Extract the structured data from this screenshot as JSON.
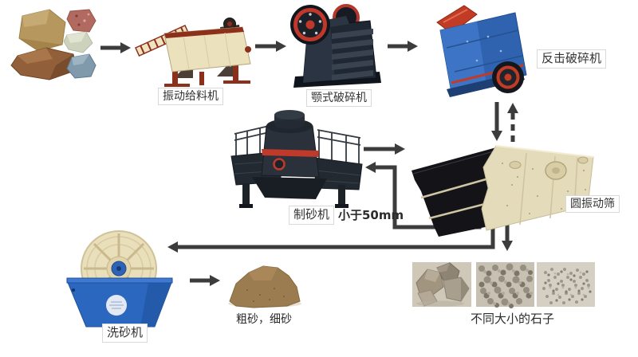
{
  "labels": {
    "feeder": "振动给料机",
    "jaw_crusher": "颚式破碎机",
    "impact_crusher": "反击破碎机",
    "vibrating_screen": "圆振动筛",
    "sand_maker": "制砂机",
    "sand_washer": "洗砂机",
    "size_note": "小于50mm",
    "sand_output": "粗砂，细砂",
    "stones_output": "不同大小的石子"
  },
  "flow": {
    "edges": [
      {
        "from": "raw-rocks",
        "to": "vibrating-feeder",
        "style": "solid"
      },
      {
        "from": "vibrating-feeder",
        "to": "jaw-crusher",
        "style": "solid"
      },
      {
        "from": "jaw-crusher",
        "to": "impact-crusher",
        "style": "solid"
      },
      {
        "from": "impact-crusher",
        "to": "vibrating-screen",
        "style": "solid"
      },
      {
        "from": "vibrating-screen",
        "to": "impact-crusher",
        "style": "dashed"
      },
      {
        "from": "sand-maker",
        "to": "vibrating-screen",
        "style": "solid"
      },
      {
        "from": "vibrating-screen",
        "to": "sand-maker",
        "style": "solid",
        "note": "小于50mm"
      },
      {
        "from": "vibrating-screen",
        "to": "sand-washer",
        "style": "solid"
      },
      {
        "from": "vibrating-screen",
        "to": "stones-output",
        "style": "solid"
      },
      {
        "from": "sand-washer",
        "to": "sand-output",
        "style": "solid"
      }
    ]
  },
  "colors": {
    "arrow": "#3c3c3c",
    "label_border": "#d9d9d9",
    "label_text": "#333333",
    "feeder_maroon": "#8c2f1b",
    "feeder_cream": "#ece1bd",
    "crusher_dark": "#1f2733",
    "machine_blue": "#2f63b0",
    "accent_red": "#c0392b",
    "screen_beige": "#e4dbba",
    "washer_blue": "#2b67be",
    "wheel_ivory": "#eadfbb",
    "sand_brown": "#9b7b50"
  }
}
